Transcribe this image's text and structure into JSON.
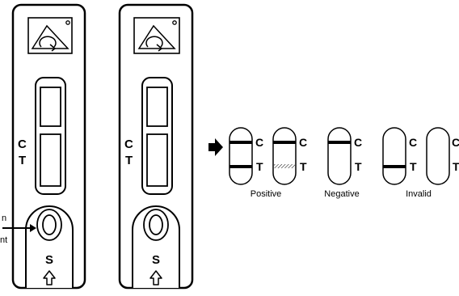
{
  "devices": [
    {
      "window_labels": {
        "control": "C",
        "test": "T"
      },
      "sample_well_label": "S"
    },
    {
      "window_labels": {
        "control": "C",
        "test": "T"
      },
      "sample_well_label": "S"
    }
  ],
  "callout": {
    "line1": "n",
    "line2": "nt"
  },
  "strips": [
    {
      "control_label": "C",
      "test_label": "T"
    },
    {
      "control_label": "C",
      "test_label": "T"
    },
    {
      "control_label": "C",
      "test_label": "T"
    },
    {
      "control_label": "C",
      "test_label": "T"
    },
    {
      "control_label": "C",
      "test_label": "T"
    }
  ],
  "results": {
    "positive": "Positive",
    "negative": "Negative",
    "invalid": "Invalid"
  },
  "icons": [
    "pouch-logo-icon",
    "arrow-up-icon",
    "arrow-right-icon"
  ]
}
